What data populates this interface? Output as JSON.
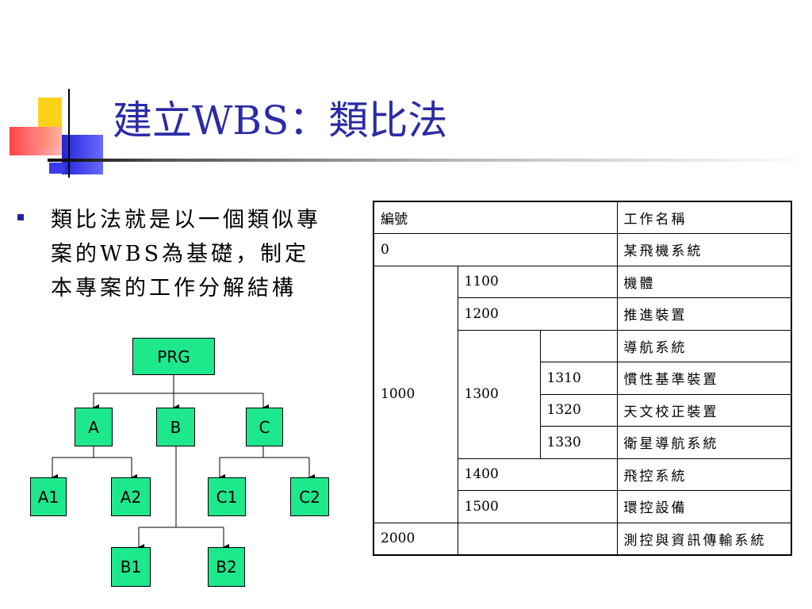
{
  "title": "建立WBS：類比法",
  "bullet": {
    "text": "類比法就是以一個類似專案的WBS為基礎，制定本專案的工作分解結構"
  },
  "tree": {
    "root": "PRG",
    "level1": [
      "A",
      "B",
      "C"
    ],
    "children_a": [
      "A1",
      "A2"
    ],
    "children_b": [
      "B1",
      "B2"
    ],
    "children_c": [
      "C1",
      "C2"
    ]
  },
  "table": {
    "header": {
      "code": "編號",
      "name": "工作名稱"
    },
    "rows": {
      "r0": {
        "code": "0",
        "name": "某飛機系統"
      },
      "r1000": {
        "code": "1000"
      },
      "r1100": {
        "code": "1100",
        "name": "機體"
      },
      "r1200": {
        "code": "1200",
        "name": "推進裝置"
      },
      "r1300": {
        "code": "1300",
        "name": "導航系統"
      },
      "r1310": {
        "code": "1310",
        "name": "慣性基準裝置"
      },
      "r1320": {
        "code": "1320",
        "name": "天文校正裝置"
      },
      "r1330": {
        "code": "1330",
        "name": "衛星導航系統"
      },
      "r1400": {
        "code": "1400",
        "name": "飛控系統"
      },
      "r1500": {
        "code": "1500",
        "name": "環控設備"
      },
      "r2000": {
        "code": "2000",
        "name": "測控與資訊傳輸系統"
      }
    }
  }
}
